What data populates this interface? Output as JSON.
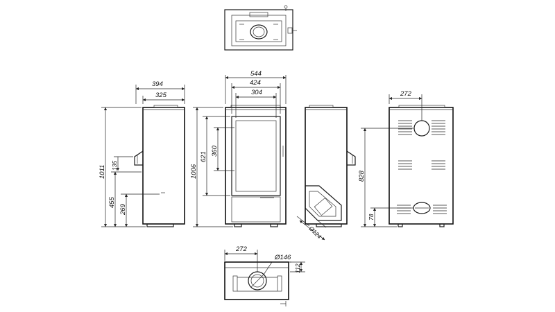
{
  "dimensions": {
    "side_left": {
      "depth_outer": "394",
      "depth_inner": "325",
      "total_height": "1011",
      "handle_offset": "135",
      "outlet_height": "455",
      "inlet_height": "269"
    },
    "front": {
      "width": "544",
      "door_width": "424",
      "glass_width": "304",
      "height": "1006",
      "door_height": "621",
      "glass_height": "360"
    },
    "side_right": {
      "detail_diameter": "Ø124"
    },
    "back": {
      "flue_offset": "272",
      "flue_height": "828",
      "inlet_offset": "78"
    },
    "top_view": {
      "flue_offset": "272",
      "flue_diameter": "Ø146",
      "flue_from_back": "112"
    }
  },
  "colors": {
    "line": "#1a1a1a",
    "background": "#ffffff"
  }
}
